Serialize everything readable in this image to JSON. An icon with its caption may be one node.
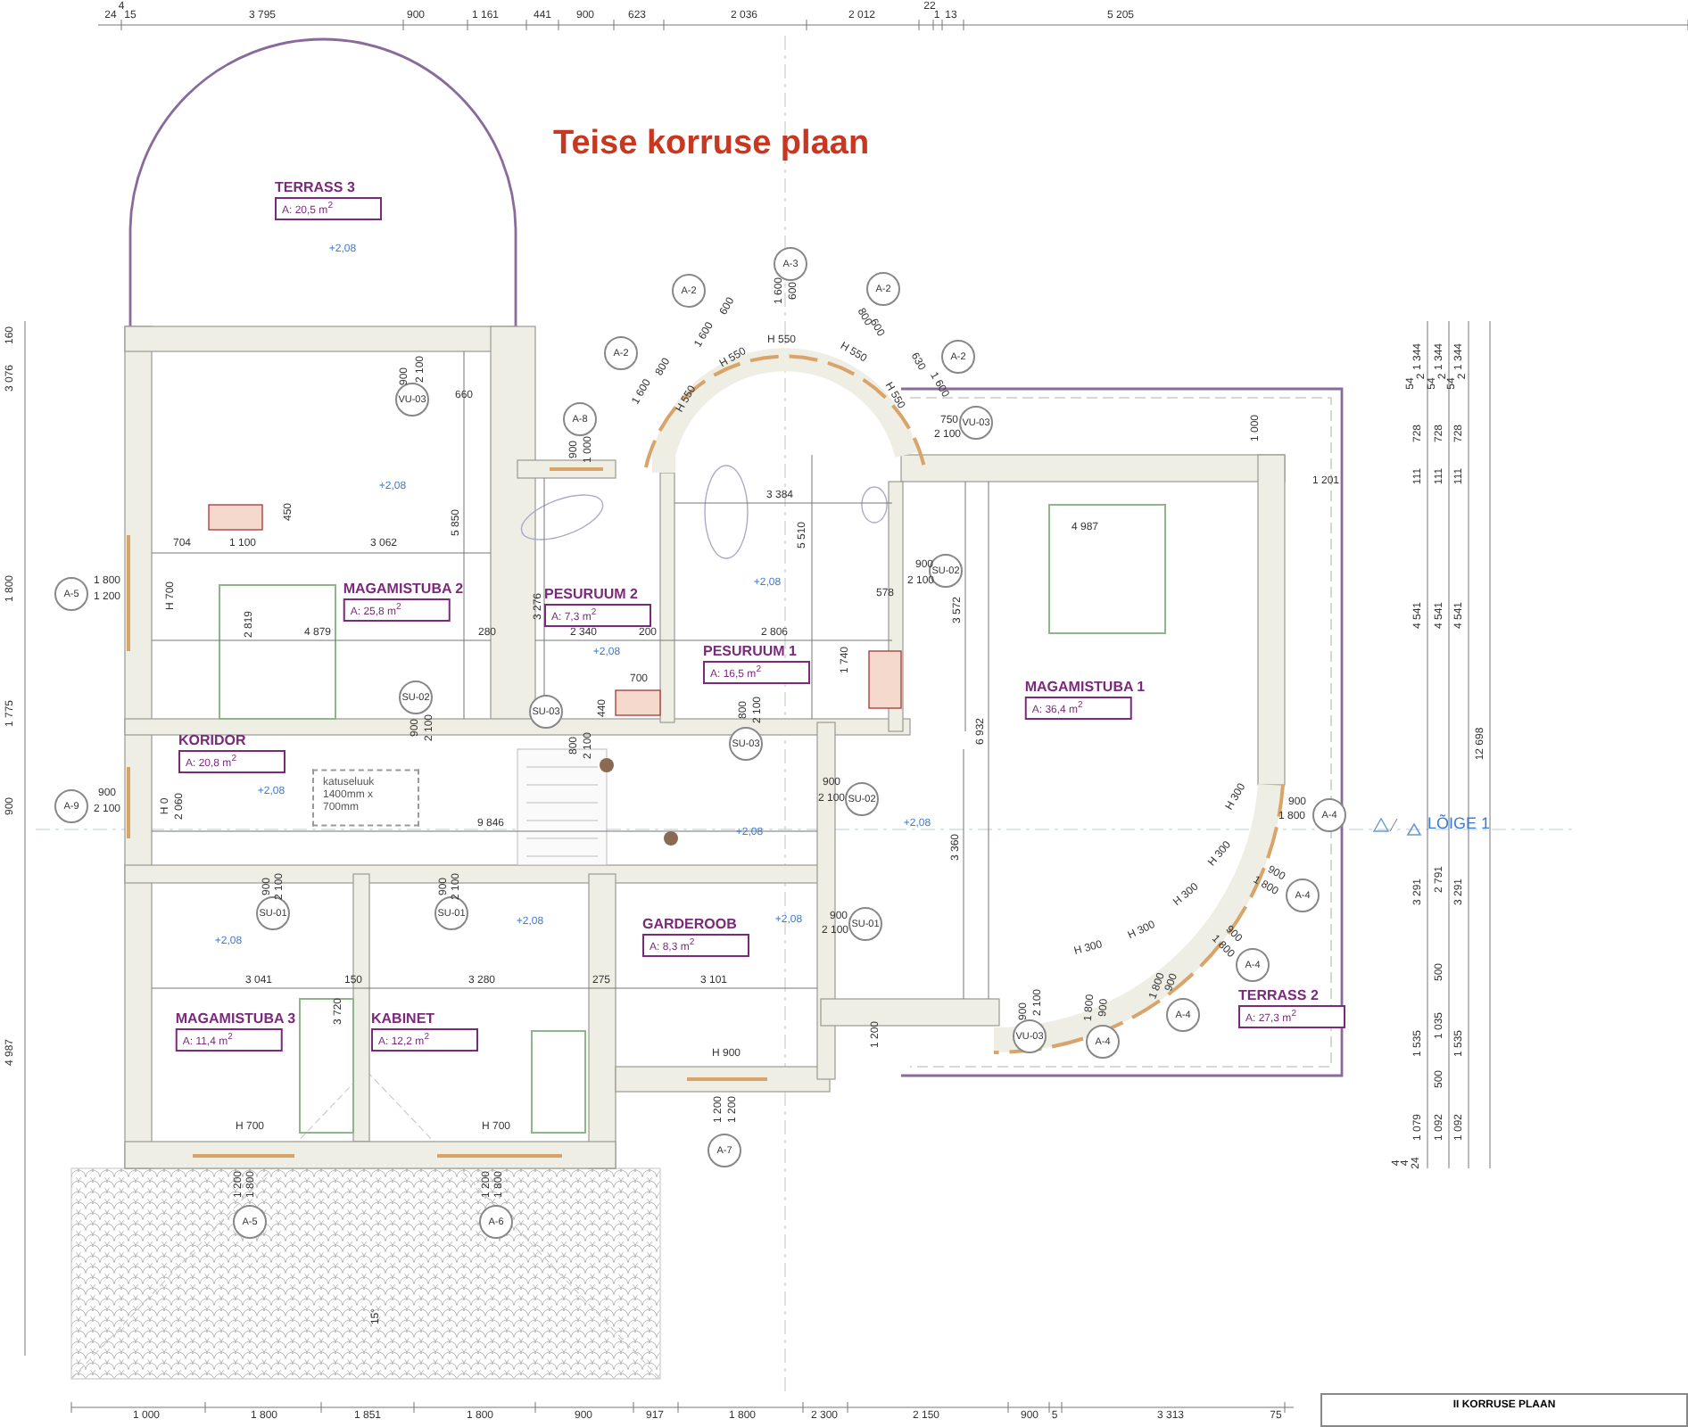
{
  "diagram": {
    "title": "Teise korruse plaan",
    "nodes": [
      {
        "text": [
          "TERRASS 3",
          "A: 20,5 m$^{2}$"
        ]
      },
      {
        "text": [
          "MAGAMISTUBA 2",
          "A: 25,8 m$^{2}$"
        ]
      },
      {
        "text": [
          "PESURUUM 2",
          "A: 7,3 m$^{2}$"
        ]
      },
      {
        "text": [
          "PESURUUM 1",
          "A: 16,5 m$^{2}$"
        ]
      },
      {
        "text": [
          "MAGAMISTUBA 1",
          "A: 36,4 m$^{2}$"
        ]
      },
      {
        "text": [
          "KORIDOR",
          "A: 20,8 m$^{2}$"
        ]
      },
      {
        "text": [
          "katuseluuk 1400mm x 700mm"
        ]
      },
      {
        "text": [
          "MAGAMISTUBA 3",
          "A: 11,4 m$^{2}$"
        ]
      },
      {
        "text": [
          "KABINET",
          "A: 12,2 m$^{2}$"
        ]
      },
      {
        "text": [
          "GARDEROOB",
          "A: 8,3 m$^{2}$"
        ]
      },
      {
        "text": [
          "TERRASS 2",
          "A: 27,3 m$^{2}$"
        ]
      },
      {
        "text": [
          "A-3"
        ],
        "beside": [
          "1 600",
          "600"
        ]
      },
      {
        "text": [
          "A-2"
        ],
        "beside": [
          "600",
          "1 600"
        ]
      },
      {
        "text": [
          "A-2"
        ],
        "beside": [
          "800",
          "600"
        ]
      },
      {
        "text": [
          "A-2"
        ],
        "beside": [
          "800",
          "1 600"
        ]
      },
      {
        "text": [
          "A-2"
        ],
        "beside": [
          "630",
          "1 600"
        ]
      },
      {
        "text": [
          "A-8"
        ],
        "beside": [
          "900",
          "1 000"
        ]
      },
      {
        "text": [
          "A-5"
        ],
        "beside": [
          "1 800",
          "1 200"
        ]
      },
      {
        "text": [
          "A-9"
        ],
        "beside": [
          "900",
          "2 100"
        ]
      },
      {
        "text": [
          "A-4"
        ],
        "beside": [
          "900",
          "1 800"
        ]
      },
      {
        "text": [
          "A-4"
        ],
        "beside": [
          "900",
          "1 800"
        ]
      },
      {
        "text": [
          "A-4"
        ],
        "beside": [
          "900",
          "1 800"
        ]
      },
      {
        "text": [
          "A-4"
        ],
        "beside": [
          "900",
          "1 800"
        ]
      },
      {
        "text": [
          "A-4"
        ],
        "beside": [
          "900",
          "1 800"
        ]
      },
      {
        "text": [
          "A-7"
        ],
        "beside": [
          "1 200",
          "1 200"
        ]
      },
      {
        "text": [
          "A-5"
        ],
        "beside": [
          "1 200",
          "1 800"
        ]
      },
      {
        "text": [
          "A-6"
        ],
        "beside": [
          "1 200",
          "1 800"
        ]
      },
      {
        "text": [
          "VU-03"
        ],
        "beside": [
          "900",
          "2 100"
        ]
      },
      {
        "text": [
          "VU-03"
        ],
        "beside": [
          "750",
          "2 100"
        ]
      },
      {
        "text": [
          "SU-02"
        ],
        "beside": [
          "900",
          "2 100"
        ]
      },
      {
        "text": [
          "SU-03"
        ],
        "beside": [
          "800",
          "2 100"
        ]
      },
      {
        "text": [
          "SU-02"
        ],
        "beside": [
          "900",
          "2 100"
        ]
      },
      {
        "text": [
          "SU-03"
        ],
        "beside": [
          "800",
          "2 100"
        ]
      },
      {
        "text": [
          "SU-02"
        ],
        "beside": [
          "900",
          "2 100"
        ]
      },
      {
        "text": [
          "SU-01"
        ],
        "beside": [
          "900",
          "2 100"
        ]
      },
      {
        "text": [
          "SU-01"
        ],
        "beside": [
          "900",
          "2 100"
        ]
      },
      {
        "text": [
          "SU-01"
        ],
        "beside": [
          "900",
          "2 100"
        ]
      },
      {
        "text": [
          "VU-03"
        ],
        "beside": [
          "900",
          "2 100"
        ]
      },
      {
        "text": [
          "II KORRUSE PLAAN"
        ]
      }
    ],
    "labels": [
      "4",
      "24",
      "15",
      "3 795",
      "900",
      "1 161",
      "441",
      "900",
      "623",
      "2 036",
      "2 012",
      "22",
      "1",
      "13",
      "5 205",
      "160",
      "3 076",
      "1 800",
      "1 775",
      "900",
      "4 987",
      "+2,08",
      "+2,08",
      "+2,08",
      "+2,08",
      "+2,08",
      "+2,08",
      "+2,08",
      "+2,08",
      "+2,08",
      "+2,08",
      "660",
      "704",
      "1 100",
      "3 062",
      "450",
      "5 850",
      "H 700",
      "2 819",
      "4 879",
      "280",
      "2 340",
      "200",
      "2 806",
      "3 276",
      "700",
      "440",
      "9 846",
      "H 0",
      "2 060",
      "3 384",
      "5 510",
      "H 550",
      "H 550",
      "H 550",
      "H 550",
      "H 550",
      "1 000",
      "1 201",
      "4 987",
      "578",
      "1 740",
      "3 572",
      "6 932",
      "3 360",
      "H 300",
      "H 300",
      "H 300",
      "H 300",
      "H 300",
      "1 200",
      "3 041",
      "150",
      "3 280",
      "275",
      "3 101",
      "3 720",
      "H 700",
      "H 700",
      "H 900",
      "15°",
      "1 344",
      "54",
      "2",
      "728",
      "111",
      "4 541",
      "3 291",
      "1 535",
      "1 079",
      "4",
      "4",
      "24",
      "1 344",
      "54",
      "2",
      "728",
      "111",
      "4 541",
      "2 791",
      "500",
      "1 035",
      "500",
      "1 092",
      "1 344",
      "54",
      "2",
      "728",
      "111",
      "4 541",
      "3 291",
      "1 535",
      "1 092",
      "12 698",
      "LÕIGE 1",
      "1 000",
      "1 800",
      "1 851",
      "1 800",
      "900",
      "917",
      "1 800",
      "2 300",
      "2 150",
      "900",
      "5",
      "3 313",
      "75"
    ]
  }
}
